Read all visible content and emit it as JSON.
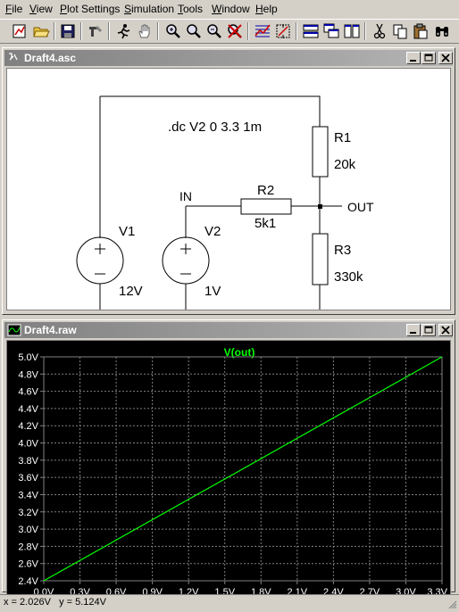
{
  "menu": [
    {
      "label": "File",
      "key": "F"
    },
    {
      "label": "View",
      "key": "V"
    },
    {
      "label": "Plot Settings",
      "key": "P"
    },
    {
      "label": "Simulation",
      "key": "S"
    },
    {
      "label": "Tools",
      "key": "T"
    },
    {
      "label": "Window",
      "key": "W"
    },
    {
      "label": "Help",
      "key": "H"
    }
  ],
  "toolbar": {
    "icons": [
      "new-schematic-icon",
      "open-icon",
      "save-icon",
      "control-panel-icon",
      "run-icon",
      "pan-hand-icon",
      "zoom-area-icon",
      "zoom-in-icon",
      "zoom-out-icon",
      "zoom-cancel-icon",
      "autorange-icon",
      "fit-icon",
      "tile-horizontal-icon",
      "cascade-icon",
      "tile-vertical-icon",
      "cut-icon",
      "copy-icon",
      "paste-icon",
      "find-icon"
    ]
  },
  "schematic_window": {
    "title": "Draft4.asc",
    "directive": ".dc V2 0 3.3 1m",
    "components": {
      "r1": {
        "name": "R1",
        "value": "20k"
      },
      "r2": {
        "name": "R2",
        "value": "5k1"
      },
      "r3": {
        "name": "R3",
        "value": "330k"
      },
      "v1": {
        "name": "V1",
        "value": "12V"
      },
      "v2": {
        "name": "V2",
        "value": "1V"
      }
    },
    "net_labels": {
      "in": "IN",
      "out": "OUT"
    }
  },
  "plot_window": {
    "title": "Draft4.raw",
    "trace_label": "V(out)"
  },
  "chart_data": {
    "type": "line",
    "title": "V(out)",
    "x_ticks": [
      "0.0V",
      "0.3V",
      "0.6V",
      "0.9V",
      "1.2V",
      "1.5V",
      "1.8V",
      "2.1V",
      "2.4V",
      "2.7V",
      "3.0V",
      "3.3V"
    ],
    "y_ticks": [
      "2.4V",
      "2.6V",
      "2.8V",
      "3.0V",
      "3.2V",
      "3.4V",
      "3.6V",
      "3.8V",
      "4.0V",
      "4.2V",
      "4.4V",
      "4.6V",
      "4.8V",
      "5.0V"
    ],
    "xlim": [
      0,
      3.3
    ],
    "ylim": [
      2.4,
      5.0
    ],
    "series": [
      {
        "name": "V(out)",
        "color": "#00ff00",
        "x": [
          0.0,
          3.3
        ],
        "y": [
          2.4,
          5.0
        ]
      }
    ],
    "grid": true
  },
  "statusbar": {
    "text": "x = 2.026V   y = 5.124V"
  },
  "colors": {
    "trace": "#00ff00",
    "plot_bg": "#000000",
    "grid": "#808080"
  }
}
